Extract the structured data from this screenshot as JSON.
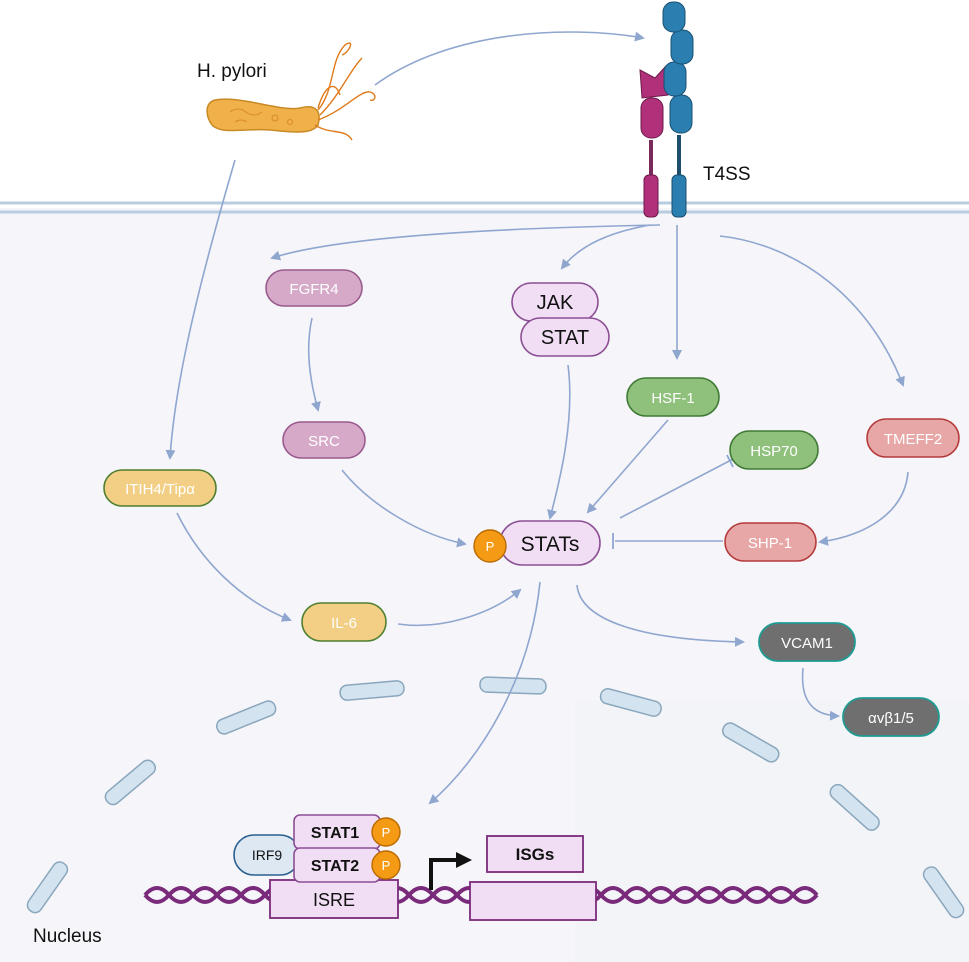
{
  "organism": {
    "label": "H. pylori"
  },
  "receptor": {
    "label": "T4SS"
  },
  "compartment": {
    "nucleus_label": "Nucleus"
  },
  "nodes": {
    "fgfr4": "FGFR4",
    "src": "SRC",
    "jak": "JAK",
    "stat": "STAT",
    "hsf1": "HSF-1",
    "hsp70": "HSP70",
    "tmeff2": "TMEFF2",
    "shp1": "SHP-1",
    "itih4": "ITIH4/Tipα",
    "il6": "IL-6",
    "stats": "STATs",
    "vcam1": "VCAM1",
    "integrin": "αvβ1/5",
    "phospho": "P",
    "irf9": "IRF9",
    "stat1": "STAT1",
    "stat2": "STAT2",
    "isre": "ISRE",
    "isgs": "ISGs"
  },
  "colors": {
    "arrow": "#8fa6cf",
    "membrane": "#b7cde0",
    "cytoplasm": "#f7f6fb",
    "purple_fill": "#d7a9c9",
    "purple_stroke": "#9a5b8f",
    "lilac_fill": "#f1def4",
    "lilac_stroke": "#8b4f93",
    "green_fill": "#8fc17c",
    "green_stroke": "#3f7a35",
    "red_fill": "#e8a7a7",
    "red_stroke": "#b43b3b",
    "yellow_fill": "#f2cf85",
    "yellow_stroke": "#b48b2f",
    "gray_fill": "#6f6f6f",
    "gray_stroke": "#1f9a92",
    "phospho_fill": "#f59a14",
    "dna": "#7a2a7a"
  }
}
